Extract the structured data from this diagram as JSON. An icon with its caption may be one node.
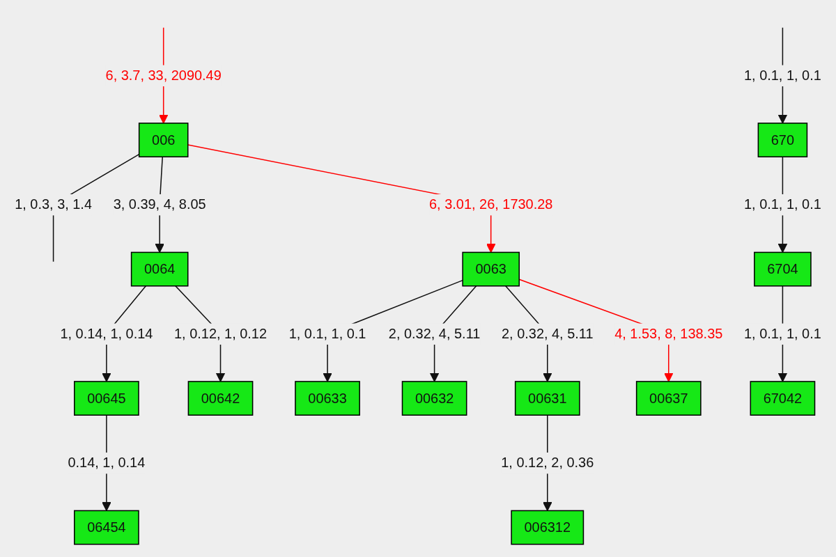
{
  "diagram": {
    "nodes": [
      {
        "text": [
          "006"
        ]
      },
      {
        "text": [
          "670"
        ]
      },
      {
        "text": [
          "0064"
        ]
      },
      {
        "text": [
          "0063"
        ]
      },
      {
        "text": [
          "6704"
        ]
      },
      {
        "text": [
          "00645"
        ]
      },
      {
        "text": [
          "00642"
        ]
      },
      {
        "text": [
          "00633"
        ]
      },
      {
        "text": [
          "00632"
        ]
      },
      {
        "text": [
          "00631"
        ]
      },
      {
        "text": [
          "00637"
        ]
      },
      {
        "text": [
          "67042"
        ]
      },
      {
        "text": [
          "06454"
        ]
      },
      {
        "text": [
          "006312"
        ]
      }
    ],
    "edges": [
      {
        "from": null,
        "to": 0,
        "arrow": "to",
        "label": "6, 3.7, 33, 2090.49",
        "color": "#ff0000"
      },
      {
        "from": 0,
        "to": null,
        "arrow": "none",
        "label": "1, 0.3, 3, 1.4"
      },
      {
        "from": 0,
        "to": 2,
        "arrow": "to",
        "label": "3, 0.39, 4, 8.05"
      },
      {
        "from": 0,
        "to": 3,
        "arrow": "to",
        "label": "6, 3.01, 26, 1730.28",
        "color": "#ff0000"
      },
      {
        "from": null,
        "to": 1,
        "arrow": "to",
        "label": "1, 0.1, 1, 0.1"
      },
      {
        "from": 1,
        "to": 4,
        "arrow": "to",
        "label": "1, 0.1, 1, 0.1"
      },
      {
        "from": 2,
        "to": 5,
        "arrow": "to",
        "label": "1, 0.14, 1, 0.14"
      },
      {
        "from": 2,
        "to": 6,
        "arrow": "to",
        "label": "1, 0.12, 1, 0.12"
      },
      {
        "from": 3,
        "to": 7,
        "arrow": "to",
        "label": "1, 0.1, 1, 0.1"
      },
      {
        "from": 3,
        "to": 8,
        "arrow": "to",
        "label": "2, 0.32, 4, 5.11"
      },
      {
        "from": 3,
        "to": 9,
        "arrow": "to",
        "label": "2, 0.32, 4, 5.11"
      },
      {
        "from": 3,
        "to": 10,
        "arrow": "to",
        "label": "4, 1.53, 8, 138.35",
        "color": "#ff0000"
      },
      {
        "from": 4,
        "to": 11,
        "arrow": "to",
        "label": "1, 0.1, 1, 0.1"
      },
      {
        "from": 5,
        "to": 12,
        "arrow": "to",
        "label": "0.14, 1, 0.14"
      },
      {
        "from": 9,
        "to": 13,
        "arrow": "to",
        "label": "1, 0.12, 2, 0.36"
      }
    ]
  }
}
